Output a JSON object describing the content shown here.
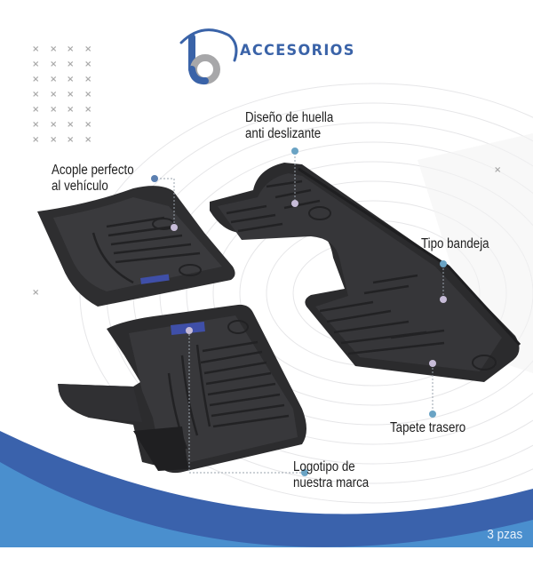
{
  "header": {
    "logo_letter": "b",
    "brand_name": "ACCESORIOS"
  },
  "callouts": [
    {
      "id": "tread",
      "line1": "Diseño de huella",
      "line2": "anti deslizante"
    },
    {
      "id": "fit",
      "line1": "Acople perfecto",
      "line2": "al vehículo"
    },
    {
      "id": "tray",
      "line1": "Tipo bandeja"
    },
    {
      "id": "rear",
      "line1": "Tapete trasero"
    },
    {
      "id": "logo",
      "line1": "Logotipo de",
      "line2": "nuestra marca"
    }
  ],
  "footer": {
    "piece_count": "3 pzas"
  },
  "colors": {
    "brand_blue": "#3a63a8",
    "logo_gray": "#a7a7a9",
    "band_light_blue": "#4a8fce",
    "band_dark_blue": "#3a62ac",
    "dot_blue": "#6aa3c4",
    "dot_lilac": "#c7bcd8",
    "mat_dark": "#2e2e30",
    "decor_x": "#a9a9a9"
  },
  "icons": {
    "decor": "x-mark-icon",
    "logo": "b-logo-icon"
  }
}
